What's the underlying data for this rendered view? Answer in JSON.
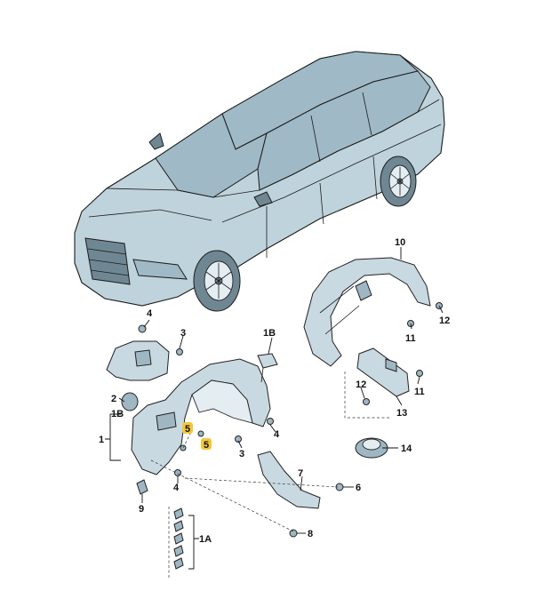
{
  "callouts": {
    "c10": "10",
    "c12a": "12",
    "c11a": "11",
    "c4a": "4",
    "c3a": "3",
    "c1b": "1B",
    "c12b": "12",
    "c11b": "11",
    "c2": "2",
    "c13": "13",
    "c1": "1",
    "c5a": "5",
    "c5b": "5",
    "c4b": "4",
    "c14": "14",
    "c3b": "3",
    "c4c": "4",
    "c7": "7",
    "c6": "6",
    "c9": "9",
    "c1a": "1A",
    "c8": "8"
  },
  "highlight_color": "#f3c73b"
}
